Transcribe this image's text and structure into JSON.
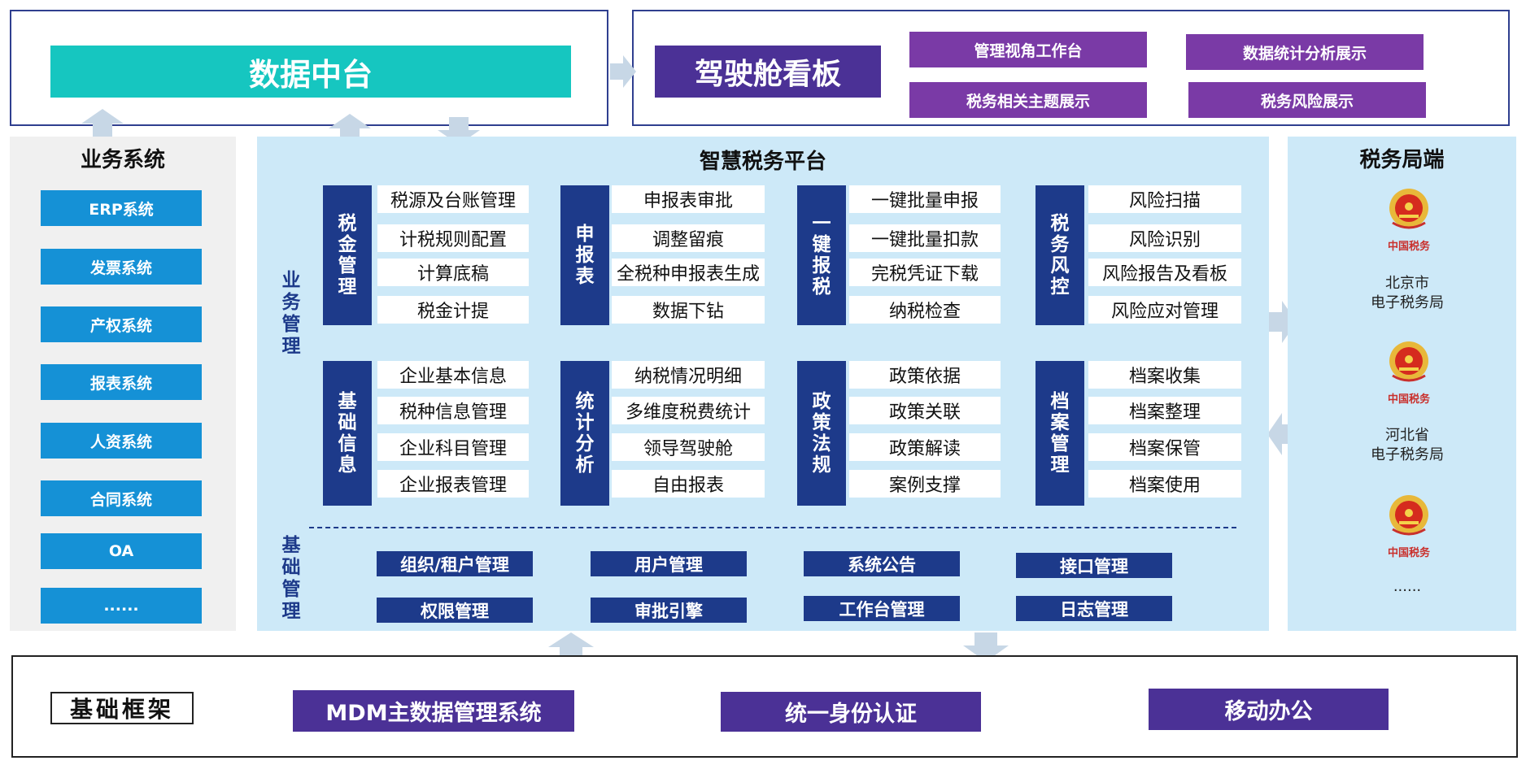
{
  "top": {
    "data_center": "数据中台",
    "cockpit": "驾驶舱看板",
    "cockpit_items": [
      "管理视角工作台",
      "数据统计分析展示",
      "税务相关主题展示",
      "税务风险展示"
    ]
  },
  "left": {
    "title": "业务系统",
    "systems": [
      "ERP系统",
      "发票系统",
      "产权系统",
      "报表系统",
      "人资系统",
      "合同系统",
      "OA",
      "......"
    ]
  },
  "center": {
    "title": "智慧税务平台",
    "business_label": "业务管理",
    "foundation_label": "基础管理",
    "groups": [
      {
        "cat": "税金管理",
        "items": [
          "税源及台账管理",
          "计税规则配置",
          "计算底稿",
          "税金计提"
        ]
      },
      {
        "cat": "申报表",
        "items": [
          "申报表审批",
          "调整留痕",
          "全税种申报表生成",
          "数据下钻"
        ]
      },
      {
        "cat": "一键报税",
        "items": [
          "一键批量申报",
          "一键批量扣款",
          "完税凭证下载",
          "纳税检查"
        ]
      },
      {
        "cat": "税务风控",
        "items": [
          "风险扫描",
          "风险识别",
          "风险报告及看板",
          "风险应对管理"
        ]
      },
      {
        "cat": "基础信息",
        "items": [
          "企业基本信息",
          "税种信息管理",
          "企业科目管理",
          "企业报表管理"
        ]
      },
      {
        "cat": "统计分析",
        "items": [
          "纳税情况明细",
          "多维度税费统计",
          "领导驾驶舱",
          "自由报表"
        ]
      },
      {
        "cat": "政策法规",
        "items": [
          "政策依据",
          "政策关联",
          "政策解读",
          "案例支撑"
        ]
      },
      {
        "cat": "档案管理",
        "items": [
          "档案收集",
          "档案整理",
          "档案保管",
          "档案使用"
        ]
      }
    ],
    "base_items": [
      "组织/租户管理",
      "用户管理",
      "系统公告",
      "接口管理",
      "权限管理",
      "审批引擎",
      "工作台管理",
      "日志管理"
    ]
  },
  "right": {
    "title": "税务局端",
    "emblem_text": "中国税务",
    "bureaus": [
      {
        "line1": "北京市",
        "line2": "电子税务局"
      },
      {
        "line1": "河北省",
        "line2": "电子税务局"
      }
    ],
    "more": "......"
  },
  "bottom": {
    "label": "基础框架",
    "items": [
      "MDM主数据管理系统",
      "统一身份认证",
      "移动办公"
    ]
  },
  "colors": {
    "cyan": "#16c6c0",
    "purple": "#4b3196",
    "violet": "#7a3aa6",
    "navy": "#1d3a8a",
    "system_blue": "#1591d6",
    "platform_bg": "#cde9f8"
  }
}
